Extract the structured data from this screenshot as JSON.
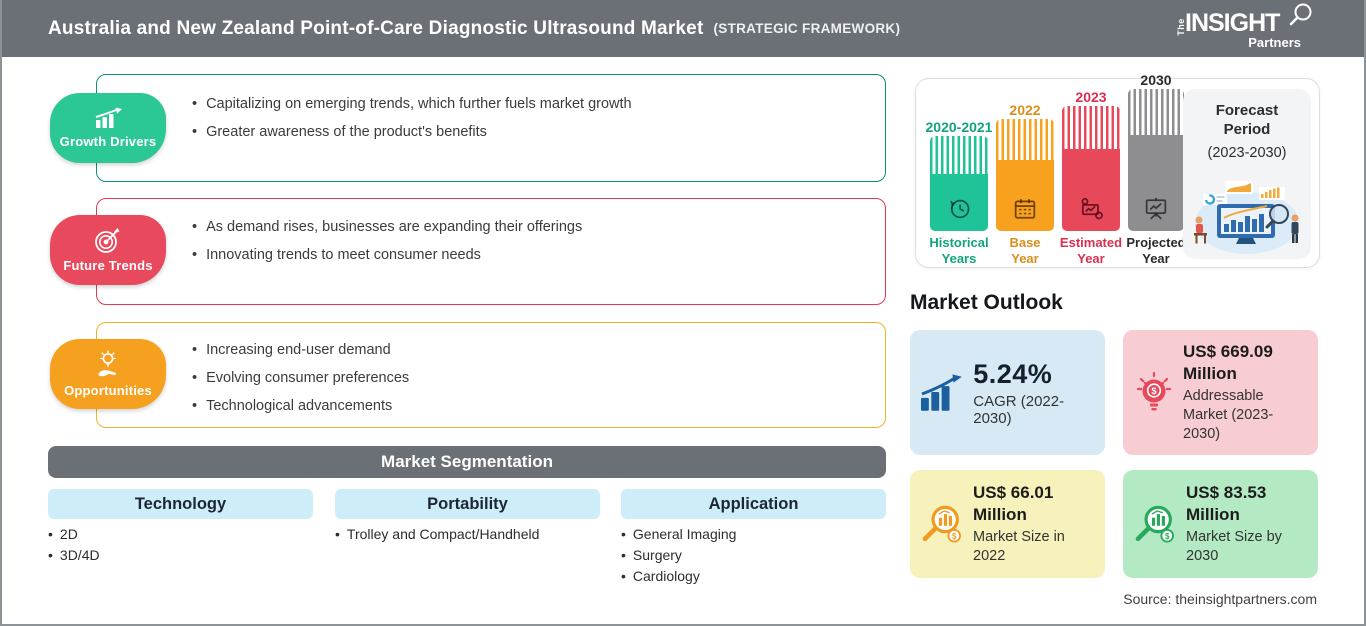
{
  "header": {
    "title": "Australia and New Zealand Point-of-Care Diagnostic Ultrasound Market",
    "subtitle": "(STRATEGIC FRAMEWORK)",
    "logo": {
      "the": "The",
      "insight": "INSIGHT",
      "partners": "Partners"
    }
  },
  "framework": [
    {
      "label": "Growth Drivers",
      "icon": "growth-chart-icon",
      "accent": "#2bc795",
      "border": "#0d8f74",
      "bullets": [
        "Capitalizing on emerging trends, which further fuels market growth",
        "Greater awareness of the product's benefits"
      ]
    },
    {
      "label": "Future Trends",
      "icon": "target-dart-icon",
      "accent": "#e8495c",
      "border": "#e03a50",
      "bullets": [
        "As demand rises, businesses are expanding their offerings",
        "Innovating trends to meet consumer needs"
      ]
    },
    {
      "label": "Opportunities",
      "icon": "bulb-hand-icon",
      "accent": "#f5a01e",
      "border": "#f0b42a",
      "bullets": [
        "Increasing end-user demand",
        "Evolving consumer preferences",
        "Technological advancements"
      ]
    }
  ],
  "segmentation": {
    "title": "Market Segmentation",
    "columns": [
      {
        "header": "Technology",
        "items": [
          "2D",
          "3D/4D"
        ]
      },
      {
        "header": "Portability",
        "items": [
          "Trolley and Compact/Handheld"
        ]
      },
      {
        "header": "Application",
        "items": [
          "General Imaging",
          "Surgery",
          "Cardiology"
        ]
      }
    ]
  },
  "timeline": {
    "bars": [
      {
        "year": "2020-2021",
        "label1": "Historical",
        "label2": "Years",
        "color": "#1ec498",
        "text": "#12a37e",
        "icon": "clock-history-icon"
      },
      {
        "year": "2022",
        "label1": "Base",
        "label2": "Year",
        "color": "#f8a11e",
        "text": "#d98e1b",
        "icon": "calendar-icon"
      },
      {
        "year": "2023",
        "label1": "Estimated",
        "label2": "Year",
        "color": "#e8495a",
        "text": "#d82f4e",
        "icon": "chart-gear-icon"
      },
      {
        "year": "2030",
        "label1": "Projected",
        "label2": "Year",
        "color": "#8e8e90",
        "text": "#2b2b2b",
        "icon": "presentation-chart-icon"
      }
    ],
    "forecast": {
      "line1": "Forecast",
      "line2": "Period",
      "line3": "(2023-2030)"
    }
  },
  "outlook": {
    "title": "Market Outlook",
    "cards": [
      {
        "value": "5.24%",
        "desc": "CAGR (2022-2030)",
        "bg": "#d7e9f5",
        "icon": "cagr-growth-icon"
      },
      {
        "value": "US$ 669.09 Million",
        "desc": "Addressable Market (2023-2030)",
        "bg": "#f7ccd2",
        "icon": "bulb-dollar-icon"
      },
      {
        "value": "US$ 66.01 Million",
        "desc": "Market Size in 2022",
        "bg": "#f7f1bb",
        "icon": "magnifier-chart-orange-icon"
      },
      {
        "value": "US$ 83.53 Million",
        "desc": "Market Size by 2030",
        "bg": "#b4eac3",
        "icon": "magnifier-chart-green-icon"
      }
    ]
  },
  "source": "Source: theinsightpartners.com"
}
